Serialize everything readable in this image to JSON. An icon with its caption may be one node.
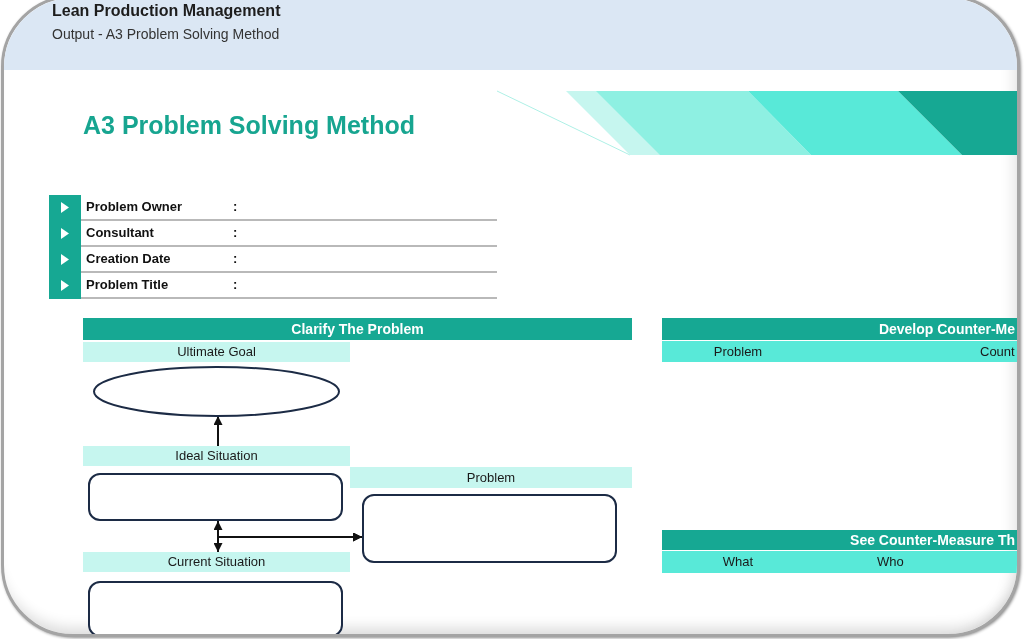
{
  "diagram": {
    "title": "A3 Problem Solving Method",
    "nodes": [
      {
        "text": [
          "Clarify The Problem"
        ]
      },
      {
        "text": [
          "Develop Counter-Me"
        ]
      },
      {
        "text": [
          "Problem",
          "Count"
        ]
      },
      {
        "text": [
          "Ultimate Goal"
        ]
      },
      {
        "text": [],
        "shape": "ellipse"
      },
      {
        "text": [
          "Ideal Situation"
        ]
      },
      {
        "text": [],
        "shape": "box"
      },
      {
        "text": [
          "Problem"
        ]
      },
      {
        "text": [],
        "shape": "box"
      },
      {
        "text": [
          "Current Situation"
        ]
      },
      {
        "text": [],
        "shape": "box"
      },
      {
        "text": [
          "See Counter-Measure Th"
        ]
      },
      {
        "text": [
          "What",
          "Who"
        ]
      }
    ],
    "edges": [
      {
        "from": 5,
        "to": 4,
        "arrow": "to"
      },
      {
        "from": 6,
        "to": 9,
        "arrow": "both"
      },
      {
        "from": 6,
        "to": 8,
        "arrow": "to"
      },
      {
        "from": 9,
        "to": 8,
        "arrow": "to"
      }
    ],
    "labels": [
      "Lean Production Management",
      "Output - A3 Problem Solving Method",
      "Problem Owner",
      ":",
      "Consultant",
      ":",
      "Creation Date",
      ":",
      "Problem Title",
      ":"
    ]
  }
}
